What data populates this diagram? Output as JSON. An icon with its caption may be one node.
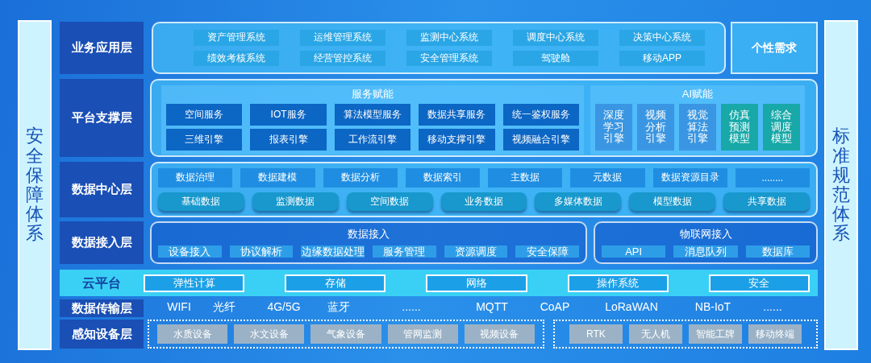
{
  "diagram": {
    "nodes": [
      {
        "text": [
          "安全保障体系"
        ]
      },
      {
        "text": [
          "标准规范体系"
        ]
      },
      {
        "text": [
          "业务应用层"
        ]
      },
      {
        "text": [],
        "shape": "box"
      },
      {
        "text": [
          "资产管理系统"
        ],
        "in": 3
      },
      {
        "text": [
          "运维管理系统"
        ],
        "in": 3
      },
      {
        "text": [
          "监测中心系统"
        ],
        "in": 3
      },
      {
        "text": [
          "调度中心系统"
        ],
        "in": 3
      },
      {
        "text": [
          "决策中心系统"
        ],
        "in": 3
      },
      {
        "text": [
          "绩效考核系统"
        ],
        "in": 3
      },
      {
        "text": [
          "经营管控系统"
        ],
        "in": 3
      },
      {
        "text": [
          "安全管理系统"
        ],
        "in": 3
      },
      {
        "text": [
          "驾驶舱"
        ],
        "in": 3
      },
      {
        "text": [
          "移动APP"
        ],
        "in": 3
      },
      {
        "text": [
          "个性需求"
        ]
      },
      {
        "text": [
          "平台支撑层"
        ]
      },
      {
        "text": [],
        "shape": "box"
      },
      {
        "text": [
          "服务赋能"
        ],
        "in": 16
      },
      {
        "text": [
          "空间服务"
        ],
        "in": 17
      },
      {
        "text": [
          "IOT服务"
        ],
        "in": 17
      },
      {
        "text": [
          "算法模型服务"
        ],
        "in": 17
      },
      {
        "text": [
          "数据共享服务"
        ],
        "in": 17
      },
      {
        "text": [
          "统一鉴权服务"
        ],
        "in": 17
      },
      {
        "text": [
          "三维引擎"
        ],
        "in": 17
      },
      {
        "text": [
          "报表引擎"
        ],
        "in": 17
      },
      {
        "text": [
          "工作流引擎"
        ],
        "in": 17
      },
      {
        "text": [
          "移动支撑引擎"
        ],
        "in": 17
      },
      {
        "text": [
          "视频融合引擎"
        ],
        "in": 17
      },
      {
        "text": [
          "AI赋能"
        ],
        "in": 16
      },
      {
        "text": [
          "深度学习引擎"
        ],
        "in": 28
      },
      {
        "text": [
          "视频分析引擎"
        ],
        "in": 28
      },
      {
        "text": [
          "视觉算法引擎"
        ],
        "in": 28
      },
      {
        "text": [
          "仿真预测模型"
        ],
        "in": 28
      },
      {
        "text": [
          "综合调度模型"
        ],
        "in": 28
      },
      {
        "text": [
          "数据中心层"
        ]
      },
      {
        "text": [],
        "shape": "box"
      },
      {
        "text": [
          "数据治理"
        ],
        "in": 35
      },
      {
        "text": [
          "数据建模"
        ],
        "in": 35
      },
      {
        "text": [
          "数据分析"
        ],
        "in": 35
      },
      {
        "text": [
          "数据索引"
        ],
        "in": 35
      },
      {
        "text": [
          "主数据"
        ],
        "in": 35
      },
      {
        "text": [
          "元数据"
        ],
        "in": 35
      },
      {
        "text": [
          "数据资源目录"
        ],
        "in": 35
      },
      {
        "text": [
          "........"
        ],
        "in": 35
      },
      {
        "text": [
          "基础数据"
        ],
        "in": 35
      },
      {
        "text": [
          "监测数据"
        ],
        "in": 35
      },
      {
        "text": [
          "空间数据"
        ],
        "in": 35
      },
      {
        "text": [
          "业务数据"
        ],
        "in": 35
      },
      {
        "text": [
          "多媒体数据"
        ],
        "in": 35
      },
      {
        "text": [
          "模型数据"
        ],
        "in": 35
      },
      {
        "text": [
          "共享数据"
        ],
        "in": 35
      },
      {
        "text": [
          "数据接入层"
        ]
      },
      {
        "text": [
          "数据接入"
        ]
      },
      {
        "text": [
          "设备接入"
        ],
        "in": 52
      },
      {
        "text": [
          "协议解析"
        ],
        "in": 52
      },
      {
        "text": [
          "边缘数据处理"
        ],
        "in": 52
      },
      {
        "text": [
          "服务管理"
        ],
        "in": 52
      },
      {
        "text": [
          "资源调度"
        ],
        "in": 52
      },
      {
        "text": [
          "安全保障"
        ],
        "in": 52
      },
      {
        "text": [
          "物联网接入"
        ]
      },
      {
        "text": [
          "API"
        ],
        "in": 59
      },
      {
        "text": [
          "消息队列"
        ],
        "in": 59
      },
      {
        "text": [
          "数据库"
        ],
        "in": 59
      },
      {
        "text": [
          "云平台"
        ]
      },
      {
        "text": [
          "弹性计算"
        ],
        "in": 63
      },
      {
        "text": [
          "存储"
        ],
        "in": 63
      },
      {
        "text": [
          "网络"
        ],
        "in": 63
      },
      {
        "text": [
          "操作系统"
        ],
        "in": 63
      },
      {
        "text": [
          "安全"
        ],
        "in": 63
      },
      {
        "text": [
          "数据传输层"
        ]
      },
      {
        "text": [
          "感知设备层"
        ]
      },
      {
        "text": [],
        "shape": "box"
      },
      {
        "text": [
          "水质设备"
        ],
        "in": 71
      },
      {
        "text": [
          "水文设备"
        ],
        "in": 71
      },
      {
        "text": [
          "气象设备"
        ],
        "in": 71
      },
      {
        "text": [
          "管网监测"
        ],
        "in": 71
      },
      {
        "text": [
          "视频设备"
        ],
        "in": 71
      },
      {
        "text": [],
        "shape": "box"
      },
      {
        "text": [
          "RTK"
        ],
        "in": 77
      },
      {
        "text": [
          "无人机"
        ],
        "in": 77
      },
      {
        "text": [
          "智能工牌"
        ],
        "in": 77
      },
      {
        "text": [
          "移动终端"
        ],
        "in": 77
      }
    ],
    "labels": [
      "WIFI",
      "光纤",
      "4G/5G",
      "蓝牙",
      "......",
      "MQTT",
      "CoAP",
      "LoRaWAN",
      "NB-IoT",
      "......"
    ]
  }
}
